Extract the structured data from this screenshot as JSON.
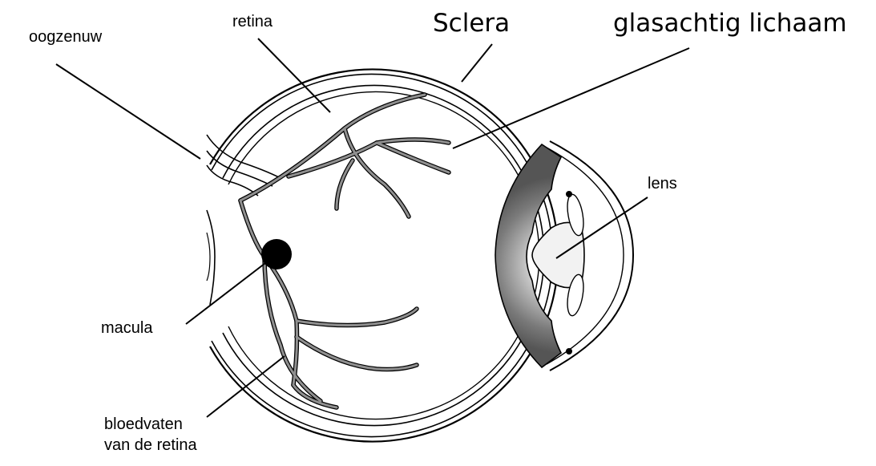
{
  "labels": {
    "oogzenuw": "oogzenuw",
    "retina": "retina",
    "sclera": "Sclera",
    "glasachtig_lichaam": "glasachtig lichaam",
    "lens": "lens",
    "macula": "macula",
    "bloedvaten_line1": "bloedvaten",
    "bloedvaten_line2": "van de retina"
  },
  "colors": {
    "outline": "#000000",
    "vessel_fill": "#8f8f8f",
    "iris_dark": "#5a5a5a",
    "lens_light": "#f2f2f2"
  }
}
